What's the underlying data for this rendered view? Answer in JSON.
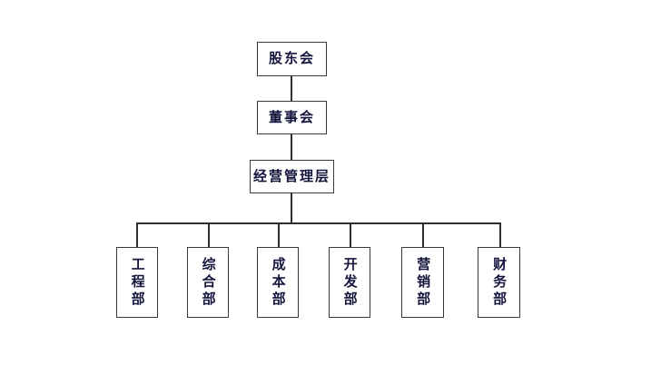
{
  "chart": {
    "title": "",
    "type": "org-chart",
    "levels": [
      {
        "level": 1,
        "nodes": [
          {
            "id": "shareholders",
            "label": "股东会"
          }
        ]
      },
      {
        "level": 2,
        "nodes": [
          {
            "id": "board",
            "label": "董事会"
          }
        ]
      },
      {
        "level": 3,
        "nodes": [
          {
            "id": "management",
            "label": "经营管理层"
          }
        ]
      },
      {
        "level": 4,
        "nodes": [
          {
            "id": "engineering",
            "label": "工程部"
          },
          {
            "id": "general-affairs",
            "label": "综合部"
          },
          {
            "id": "cost",
            "label": "成本部"
          },
          {
            "id": "development",
            "label": "开发部"
          },
          {
            "id": "marketing",
            "label": "营销部"
          },
          {
            "id": "finance",
            "label": "财务部"
          }
        ]
      }
    ]
  },
  "style": {
    "border_color": "#3a3a3a",
    "line_color": "#2f2f2f",
    "text_color": "#14143c",
    "background": "#ffffff"
  }
}
